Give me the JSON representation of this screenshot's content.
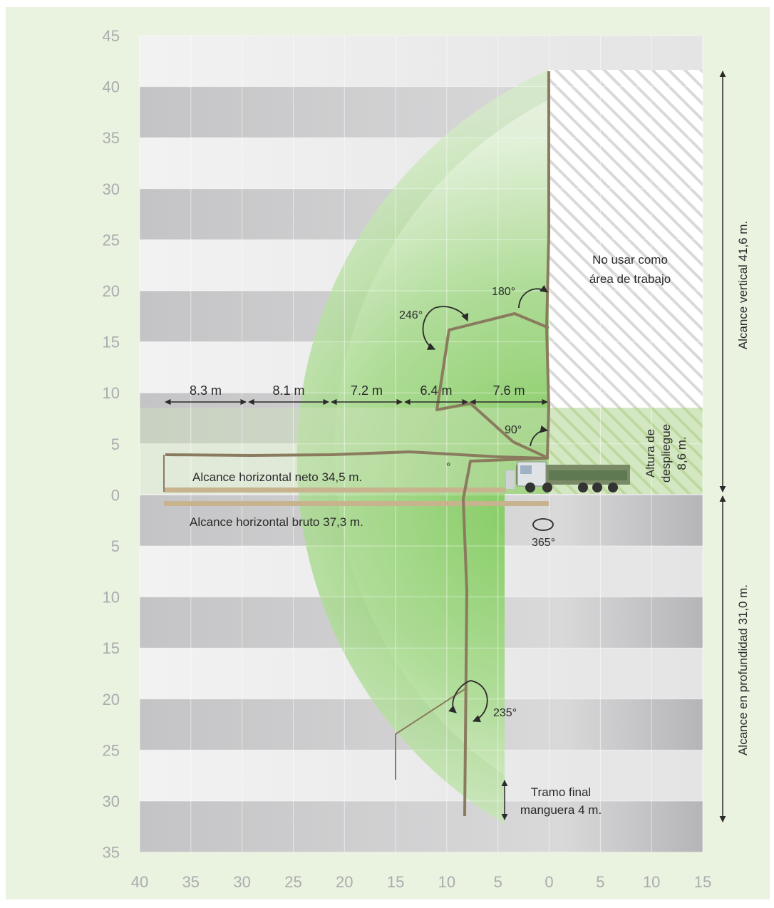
{
  "diagram": {
    "y_axis_ticks": [
      "45",
      "40",
      "35",
      "30",
      "25",
      "20",
      "15",
      "10",
      "5",
      "0",
      "5",
      "10",
      "15",
      "20",
      "25",
      "30",
      "35"
    ],
    "x_axis_ticks": [
      "40",
      "35",
      "30",
      "25",
      "20",
      "15",
      "10",
      "5",
      "0",
      "5",
      "10",
      "15"
    ],
    "segments": [
      "8.3 m",
      "8.1 m",
      "7.2 m",
      "6.4 m",
      "7.6 m"
    ],
    "angles": {
      "a180": "180°",
      "a246": "246°",
      "a90": "90°",
      "a365": "365°",
      "a235": "235°",
      "small": "°"
    },
    "no_work_area": [
      "No usar como",
      "área de trabajo"
    ],
    "deploy_height": [
      "Altura de",
      "despliegue",
      "8,6 m."
    ],
    "net_reach": "Alcance horizontal neto 34,5 m.",
    "gross_reach": "Alcance horizontal bruto 37,3 m.",
    "vertical_reach": "Alcance vertical 41,6 m.",
    "depth_reach": "Alcance en profundidad 31,0 m.",
    "end_hose": [
      "Tramo final",
      "manguera 4 m."
    ],
    "colors": {
      "background": "#eaf2e0",
      "band_dark": "#c9c9cb",
      "band_light": "#ededee",
      "reach_green": "#a7d891",
      "reach_green_core": "#8fcf6e",
      "boom": "#8a7b5e",
      "bar": "#c7b48e"
    }
  }
}
